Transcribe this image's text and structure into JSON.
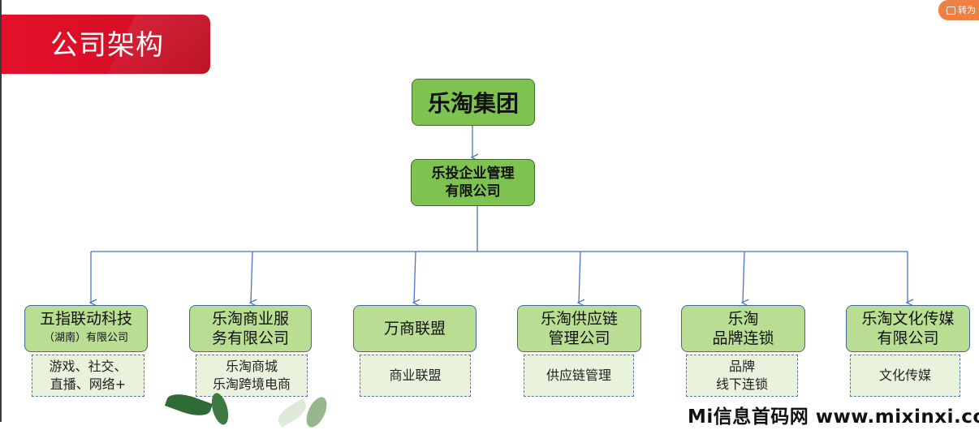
{
  "page": {
    "title": "公司架构",
    "badge": "转为"
  },
  "org": {
    "root": "乐淘集团",
    "holding": [
      "乐投企业管理",
      "有限公司"
    ],
    "companies": [
      {
        "name": [
          "五指联动科技",
          "（湖南）有限公司"
        ],
        "detail": [
          "游戏、社交、",
          "直播、网络+"
        ]
      },
      {
        "name": [
          "乐淘商业服",
          "务有限公司"
        ],
        "detail": [
          "乐淘商城",
          "乐淘跨境电商"
        ]
      },
      {
        "name": [
          "万商联盟"
        ],
        "detail": [
          "商业联盟"
        ]
      },
      {
        "name": [
          "乐淘供应链",
          "管理公司"
        ],
        "detail": [
          "供应链管理"
        ]
      },
      {
        "name": [
          "乐淘",
          "品牌连锁"
        ],
        "detail": [
          "品牌",
          "线下连锁"
        ]
      },
      {
        "name": [
          "乐淘文化传媒",
          "有限公司"
        ],
        "detail": [
          "文化传媒"
        ]
      }
    ]
  },
  "watermark": "Mi信息首码网 www.mixinxi.com",
  "colors": {
    "banner_red": "#e4102a",
    "node_green": "#7ec351",
    "company_green": "#b8dd93",
    "detail_bg": "#e9f2dd",
    "connector_blue": "#4a72c4"
  }
}
